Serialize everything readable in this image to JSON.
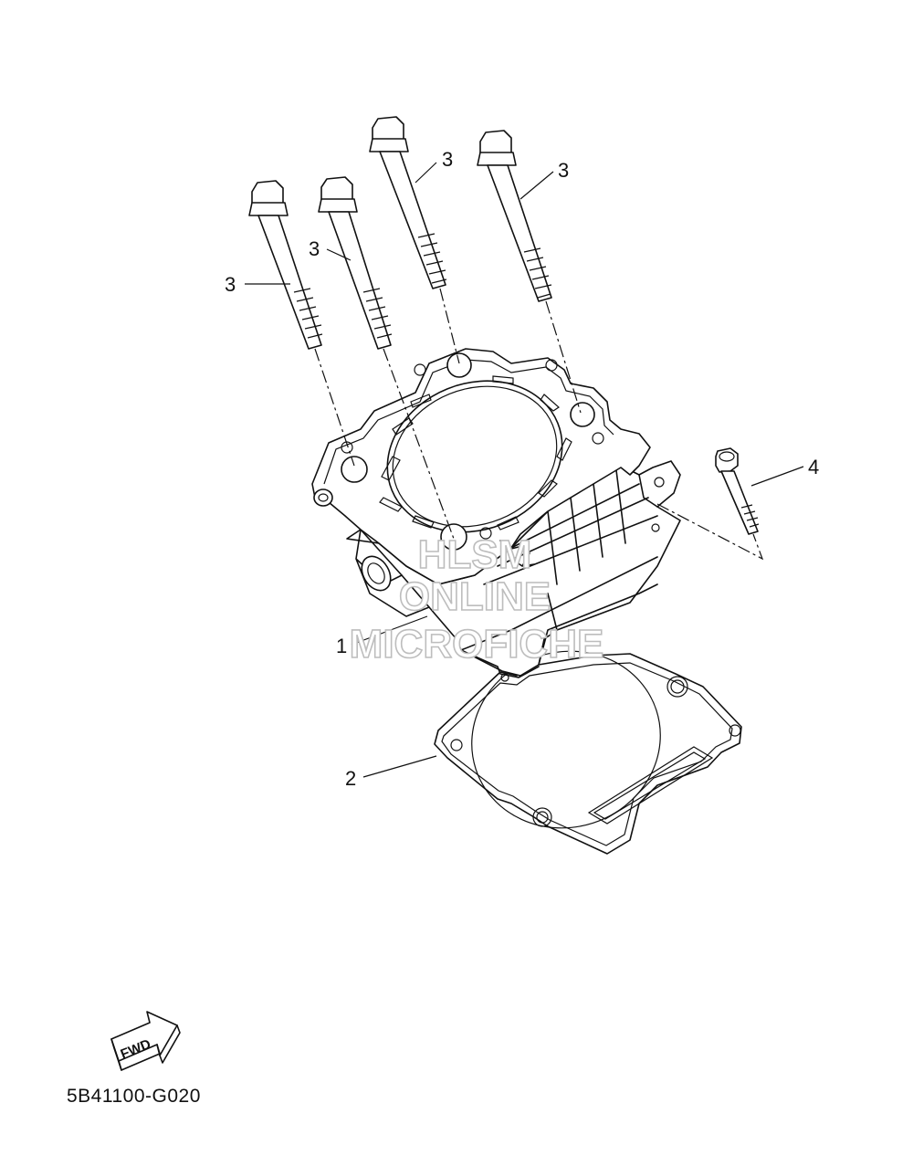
{
  "callouts": {
    "cylinder": "1",
    "gasket": "2",
    "bolt_a": "3",
    "bolt_b": "3",
    "bolt_c": "3",
    "bolt_d": "3",
    "screw": "4"
  },
  "watermark": {
    "line1": "HLSM",
    "line2": "ONLINE",
    "line3": "MICROFICHE"
  },
  "fwd_label": "FWD",
  "part_code": "5B41100-G020",
  "colors": {
    "line": "#111111",
    "watermark_outline": "#bdbdbd",
    "background": "#ffffff"
  }
}
